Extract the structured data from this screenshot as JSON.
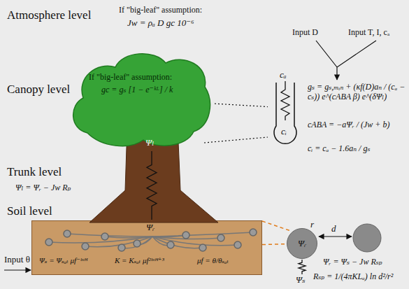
{
  "diagram": {
    "nodes": [
      {
        "text": [
          "If \"big-leaf\" assumption:",
          "gc = gₛ [1 − e⁻ᵏᴸ] / k"
        ]
      },
      {
        "text": [
          "cₐ",
          "cᵢ"
        ]
      },
      {
        "text": [
          "Ψₛ = Ψₛₐₜ μf⁻ᵇᶜᴴ",
          "K = Kₛₐₜ μf²ᵇᶜᴴ⁺³",
          "μf = θ/θₛₐₜ"
        ]
      },
      {
        "text": [
          "Ψᵣ"
        ]
      }
    ],
    "edges": [
      {
        "from": 0,
        "to": 1,
        "arrow": "none"
      },
      {
        "from": 2,
        "to": 3,
        "arrow": "none"
      }
    ],
    "labels": [
      "Atmosphere level",
      "If \"big-leaf\" assumption:",
      "Jw = ρₐ D gc 10⁻⁶",
      "Canopy level",
      "Input D",
      "Input T, I, cₐ",
      "gₛ = gₛ,ₘᵢₙ + (κf(D)aₙ / (cₐ − cₛ)) e^(cABA β) e^(δΨₗ)",
      "cABA = −aΨᵣ / (Jw + b)",
      "cᵢ = cₐ − 1.6aₙ / gₛ",
      "Ψₗ",
      "Trunk level",
      "Ψₗ = Ψᵣ − Jw Rₚ",
      "Soil level",
      "Ψᵣ",
      "Input θ",
      "r",
      "d",
      "Ψₛ",
      "Ψᵣ = Ψₛ − Jw Rₛₚ",
      "Rₛₚ = 1/(4πKLₐ) ln d²/r²"
    ]
  }
}
